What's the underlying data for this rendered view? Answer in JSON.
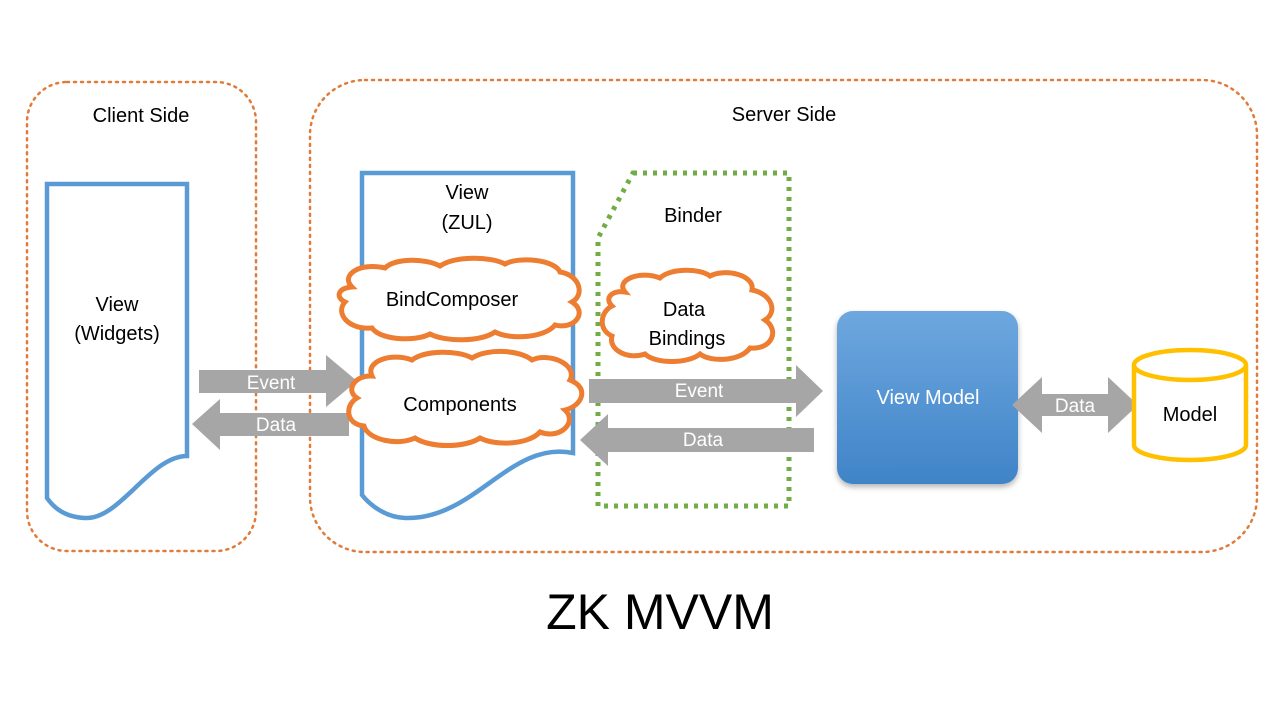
{
  "title": "ZK MVVM",
  "regions": {
    "client": "Client Side",
    "server": "Server Side"
  },
  "nodes": {
    "client_view_line1": "View",
    "client_view_line2": "(Widgets)",
    "zul_view_line1": "View",
    "zul_view_line2": "(ZUL)",
    "bind_composer": "BindComposer",
    "components": "Components",
    "binder": "Binder",
    "data_bindings_line1": "Data",
    "data_bindings_line2": "Bindings",
    "view_model": "View Model",
    "model": "Model"
  },
  "arrows": {
    "client_event": "Event",
    "client_data": "Data",
    "binder_event": "Event",
    "binder_data": "Data",
    "model_data": "Data"
  },
  "colors": {
    "region_border": "#E07B39",
    "document_border": "#5B9BD5",
    "cloud_border": "#ED7D31",
    "binder_border": "#70AD47",
    "arrow_fill": "#A6A6A6",
    "view_model_top": "#6EA7DF",
    "view_model_bottom": "#3F84C8",
    "model_border": "#FFC000"
  }
}
